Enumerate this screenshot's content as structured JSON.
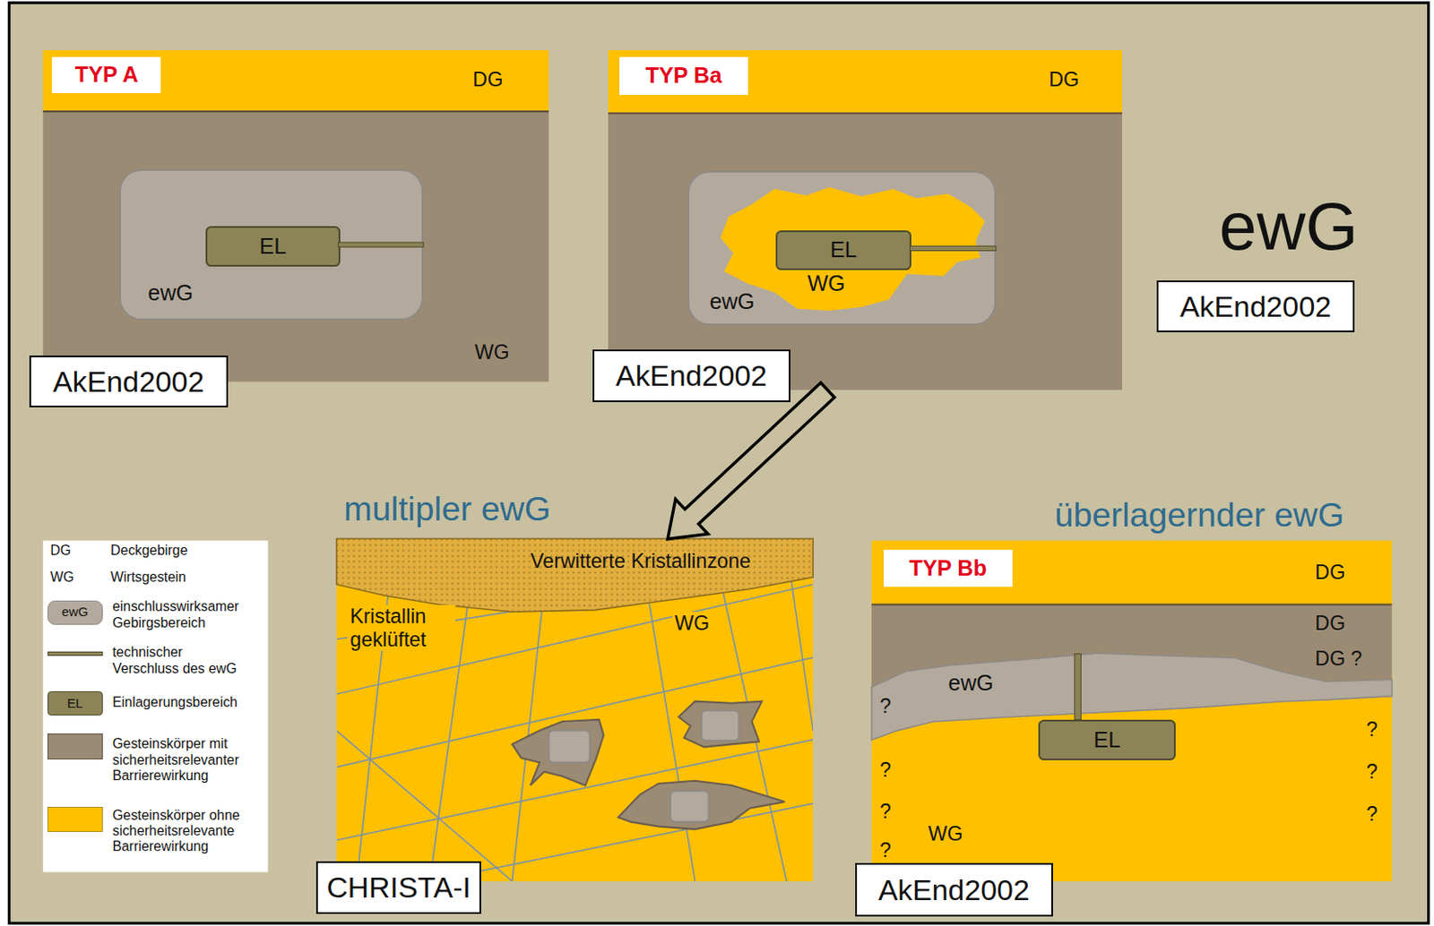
{
  "diagram": {
    "nodes": [
      {
        "text": [
          "DG",
          "WG"
        ]
      },
      {
        "text": [
          "TYP A"
        ],
        "in": 0
      },
      {
        "text": [
          "ewG"
        ],
        "in": 0
      },
      {
        "text": [
          "EL"
        ],
        "in": 2
      },
      {
        "text": [
          "AkEnd2002"
        ]
      },
      {
        "text": [
          "DG"
        ]
      },
      {
        "text": [
          "TYP Ba"
        ],
        "in": 5
      },
      {
        "text": [
          "ewG"
        ],
        "in": 5
      },
      {
        "text": [
          "WG"
        ],
        "in": 7
      },
      {
        "text": [
          "EL"
        ],
        "in": 8
      },
      {
        "text": [
          "AkEnd2002"
        ]
      },
      {
        "text": [
          "AkEnd2002"
        ]
      },
      {
        "text": [
          "multipler ewG",
          "Verwitterte Kristallinzone",
          "Kristallin geklüftet",
          "WG"
        ]
      },
      {
        "text": [
          "CHRISTA-I"
        ]
      },
      {
        "text": [
          "überlagernder ewG",
          "DG",
          "DG",
          "DG ?",
          "WG"
        ]
      },
      {
        "text": [
          "TYP Bb"
        ],
        "in": 14
      },
      {
        "text": [
          "ewG"
        ],
        "in": 14
      },
      {
        "text": [
          "EL"
        ],
        "in": 14
      },
      {
        "text": [
          "AkEnd2002"
        ]
      }
    ],
    "edges": [
      {
        "from": 5,
        "to": 12,
        "arrow": "to"
      }
    ],
    "labels": [
      "ewG",
      "DG",
      "WG",
      "ewG",
      "EL",
      "?",
      "?",
      "?",
      "?",
      "?",
      "?",
      "?"
    ],
    "legend": [
      {
        "text": "Deckgebirge"
      },
      {
        "text": "Wirtsgestein"
      },
      {
        "text": "einschlusswirksamer Gebirgsbereich",
        "color": "#B3AA9D"
      },
      {
        "text": "technischer Verschluss des ewG"
      },
      {
        "text": "Einlagerungsbereich",
        "color": "#8C8456"
      },
      {
        "text": "Gesteinskörper mit sicherheitsrelevanter Barrierewirkung",
        "color": "#9C8B74"
      },
      {
        "text": "Gesteinskörper ohne sicherheitsrelevante Barrierewirkung",
        "color": "#FFC000"
      }
    ]
  }
}
